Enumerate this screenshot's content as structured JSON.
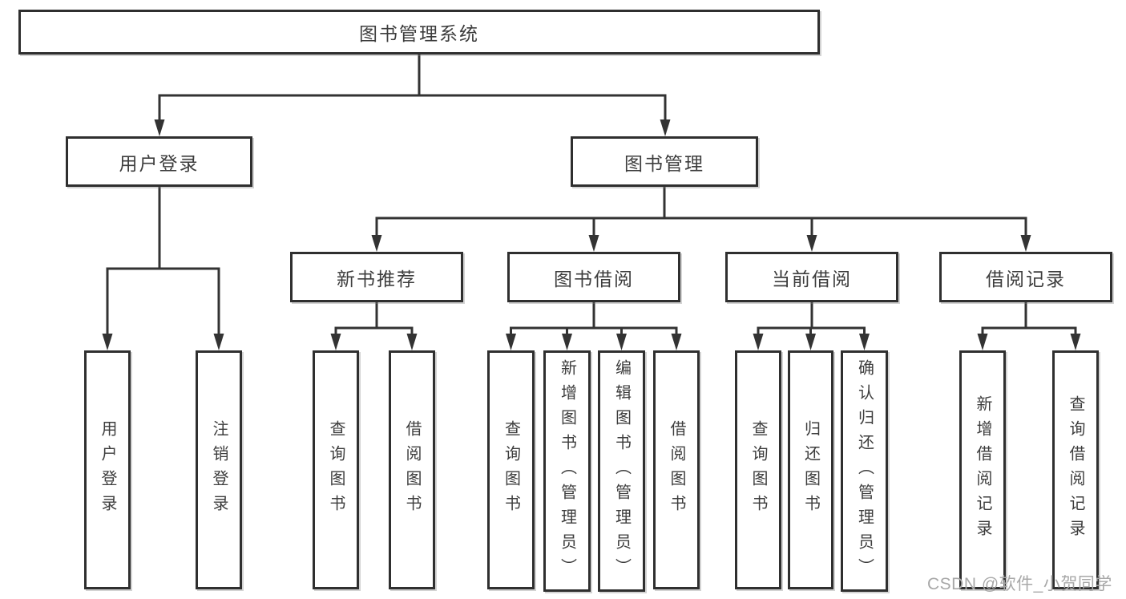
{
  "tree": {
    "root": {
      "label": "图书管理系统"
    },
    "level2": [
      {
        "label": "用户登录",
        "children": [
          {
            "label": "用户登录"
          },
          {
            "label": "注销登录"
          }
        ]
      },
      {
        "label": "图书管理",
        "children": [
          {
            "label": "新书推荐",
            "children": [
              {
                "label": "查询图书"
              },
              {
                "label": "借阅图书"
              }
            ]
          },
          {
            "label": "图书借阅",
            "children": [
              {
                "label": "查询图书"
              },
              {
                "label": "新增图书（管理员）"
              },
              {
                "label": "编辑图书（管理员）"
              },
              {
                "label": "借阅图书"
              }
            ]
          },
          {
            "label": "当前借阅",
            "children": [
              {
                "label": "查询图书"
              },
              {
                "label": "归还图书"
              },
              {
                "label": "确认归还（管理员）"
              }
            ]
          },
          {
            "label": "借阅记录",
            "children": [
              {
                "label": "新增借阅记录"
              },
              {
                "label": "查询借阅记录"
              }
            ]
          }
        ]
      }
    ]
  },
  "watermark": {
    "text": "CSDN @软件_小贺同学"
  },
  "colors": {
    "line": "#333333",
    "box_border": "#2f2f2f",
    "text": "#3d3d3d",
    "watermark": "#a8a8a8",
    "background": "#ffffff"
  }
}
